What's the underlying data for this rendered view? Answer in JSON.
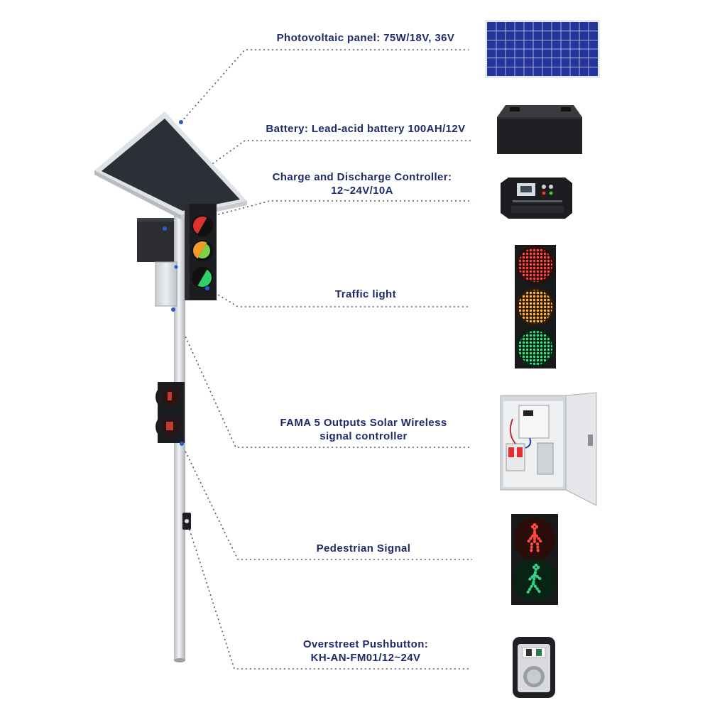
{
  "colors": {
    "label_text": "#1f2a6b",
    "leader_line": "#555555",
    "pole": "#d9dbde",
    "led_red": "#e0322d",
    "led_amber": "#f29a2a",
    "led_green": "#2fcf6a",
    "ped_green": "#33d38a"
  },
  "components": [
    {
      "id": "photovoltaic_panel",
      "label_lines": [
        "Photovoltaic panel: 75W/18V, 36V"
      ],
      "icon": "solar-panel-icon"
    },
    {
      "id": "battery",
      "label_lines": [
        "Battery: Lead-acid battery 100AH/12V"
      ],
      "icon": "battery-icon"
    },
    {
      "id": "charge_controller",
      "label_lines": [
        "Charge and Discharge Controller:",
        "12~24V/10A"
      ],
      "icon": "charge-controller-icon"
    },
    {
      "id": "traffic_light",
      "label_lines": [
        "Traffic light"
      ],
      "icon": "traffic-light-icon"
    },
    {
      "id": "signal_controller",
      "label_lines": [
        "FAMA 5 Outputs Solar Wireless",
        "signal controller"
      ],
      "icon": "signal-controller-cabinet-icon"
    },
    {
      "id": "pedestrian_signal",
      "label_lines": [
        "Pedestrian Signal"
      ],
      "icon": "pedestrian-signal-icon"
    },
    {
      "id": "pushbutton",
      "label_lines": [
        "Overstreet Pushbutton:",
        "KH-AN-FM01/12~24V"
      ],
      "icon": "pushbutton-icon"
    }
  ]
}
